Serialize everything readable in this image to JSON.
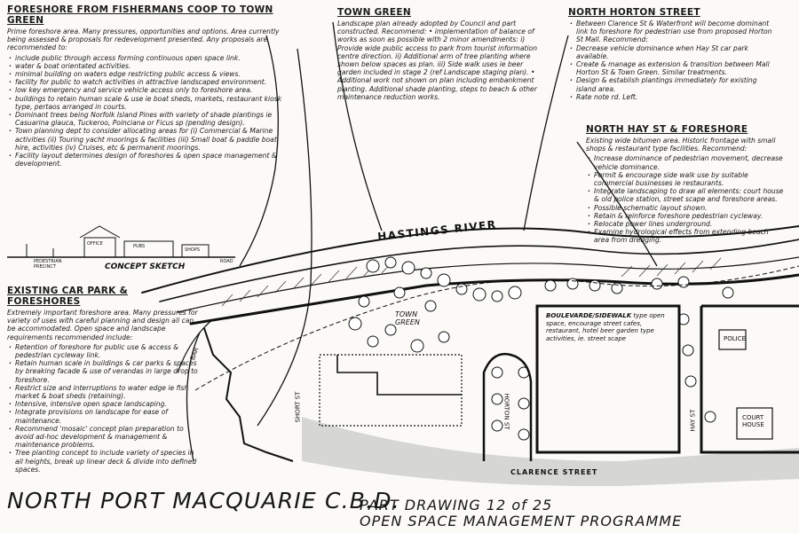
{
  "notes": {
    "fishermans_coop": {
      "heading": "FORESHORE FROM FISHERMANS COOP TO TOWN GREEN",
      "intro": "Prime foreshore area. Many pressures, opportunities and options. Area currently being assessed & proposals for redevelopment presented. Any proposals are recommended to:",
      "items": [
        "include public through access forming continuous open space link.",
        "water & boat orientated activities.",
        "minimal building on waters edge restricting public access & views.",
        "facility for public to watch activities in attractive landscaped environment.",
        "low key emergency and service vehicle access only to foreshore area.",
        "buildings to retain human scale & use ie boat sheds, markets, restaurant kiosk type, pertaos arranged in courts.",
        "Dominant trees being Norfolk Island Pines with variety of shade plantings ie Casuarina glauca, Tuckeroo, Poinciana or Ficus sp (pending design).",
        "Town planning dept to consider allocating areas for (i) Commercial & Marine activities (ii) Touring yacht moorings & facilities (iii) Small boat & paddle boat hire, activities (iv) Cruises, etc & permanent moorings.",
        "Facility layout determines design of foreshores & open space management & development."
      ]
    },
    "town_green": {
      "heading": "TOWN GREEN",
      "body": "Landscape plan already adopted by Council and part constructed. Recommend: • implementation of balance of works as soon as possible with 2 minor amendments: i) Provide wide public access to park from tourist information centre direction. ii) Additional arm of tree planting where shown below spaces as plan. iii) Side walk uses ie beer garden included in stage 2 (ref Landscape staging plan). • Additional work not shown on plan including embankment planting. Additional shade planting, steps to beach & other maintenance reduction works."
    },
    "north_horton": {
      "heading": "NORTH HORTON STREET",
      "items": [
        "Between Clarence St & Waterfront will become dominant link to foreshore for pedestrian use from proposed Horton St Mall. Recommend:",
        "Decrease vehicle dominance when Hay St car park available.",
        "Create & manage as extension & transition between Mall Horton St & Town Green. Similar treatments.",
        "Design & establish plantings immediately for existing island area.",
        "Rate note rd. Left."
      ]
    },
    "north_hay": {
      "heading": "NORTH HAY ST & FORESHORE",
      "intro": "Existing wide bitumen area. Historic frontage with small shops & restaurant type facilities. Recommend:",
      "items": [
        "Increase dominance of pedestrian movement, decrease vehicle dominance.",
        "Permit & encourage side walk use by suitable commercial businesses ie restaurants.",
        "Integrate landscaping to draw all elements: court house & old police station, street scape and foreshore areas.",
        "Possible schematic layout shown.",
        "Retain & reinforce foreshore pedestrian cycleway.",
        "Relocate power lines underground.",
        "Examine hydrological effects from extending beach area from dredging."
      ]
    },
    "car_park": {
      "heading": "EXISTING CAR PARK & FORESHORES",
      "intro": "Extremely important foreshore area. Many pressures for variety of uses with careful planning and design all can be accommodated. Open space and landscape requirements recommended include:",
      "items": [
        "Retention of foreshore for public use & access & pedestrian cycleway link.",
        "Retain human scale in buildings & car parks & spaces by breaking facade & use of verandas in large drop to foreshore.",
        "Restrict size and interruptions to water edge ie fish market & boat sheds (retaining).",
        "Intensive, intensive open space landscaping.",
        "Integrate provisions on landscape for ease of maintenance.",
        "Recommend 'mosaic' concept plan preparation to avoid ad-hoc development & management & maintenance problems.",
        "Tree planting concept to include variety of species in all heights, break up linear deck & divide into defined spaces."
      ]
    }
  },
  "sketch": {
    "caption": "CONCEPT SKETCH",
    "labels": [
      "OFFICE",
      "PUBS",
      "SHOPS",
      "PEDESTRIAN PRECINCT",
      "ROAD"
    ]
  },
  "map_labels": {
    "river": "HASTINGS RIVER",
    "town_green": "TOWN GREEN",
    "boulevarde": "BOULEVARDE/SIDEWALK",
    "boulevarde_note": "type open space, encourage street cafes, restaurant, hotel beer garden type activities, ie. street scape",
    "police": "POLICE",
    "court_house": "COURT HOUSE",
    "short_st": "SHORT ST",
    "horton_st": "HORTON ST",
    "hay_st": "HAY ST",
    "clarence_st": "CLARENCE STREET",
    "bar_label": "BAR"
  },
  "title": {
    "main": "NORTH PORT MACQUARIE C.B.D.",
    "part": "PART DRAWING 12 of 25",
    "programme": "OPEN SPACE MANAGEMENT PROGRAMME"
  }
}
